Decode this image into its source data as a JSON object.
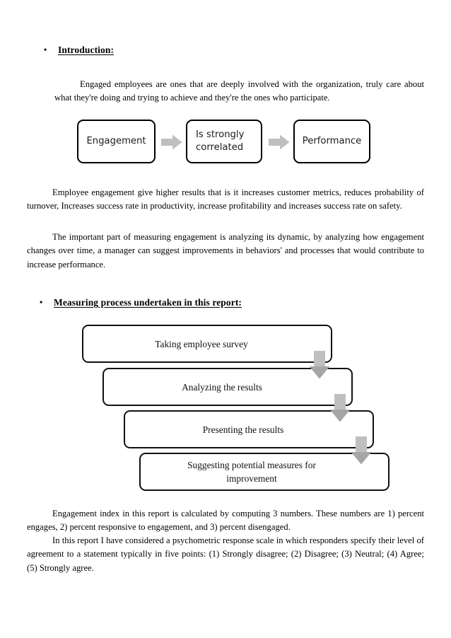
{
  "document": {
    "sections": [
      {
        "heading": {
          "bullet": "•",
          "text": "Introduction:"
        },
        "paragraphs": [
          "Engaged employees are ones that are deeply involved with the organization, truly care about what they're doing and trying to achieve and they're the ones who participate.",
          "Employee engagement give higher results that is it increases customer metrics, reduces probability of turnover, Increases success rate in productivity, increase profitability and increases success rate on safety.",
          "The important part of measuring engagement is analyzing its dynamic, by analyzing how engagement changes over time, a manager can suggest improvements in behaviors' and processes that would contribute to increase performance."
        ]
      },
      {
        "heading": {
          "bullet": "•",
          "text": "Measuring process undertaken in this report:"
        },
        "paragraphs": [
          "Engagement index in this report is calculated by computing 3 numbers. These numbers are 1) percent engages, 2) percent responsive to engagement, and 3) percent disengaged.",
          "In this report I have considered a psychometric response scale in which responders specify their level of agreement to a statement typically in five points: (1) Strongly disagree; (2) Disagree; (3) Neutral; (4) Agree; (5) Strongly agree."
        ]
      }
    ]
  },
  "correlation_diagram": {
    "name": "engagement-performance-flow",
    "boxes": [
      {
        "label": "Engagement"
      },
      {
        "label": "Is strongly correlated",
        "line1": "Is strongly",
        "line2": "correlated"
      },
      {
        "label": "Performance"
      }
    ],
    "connectors": [
      {
        "icon": "arrow-right-icon"
      },
      {
        "icon": "arrow-right-icon"
      }
    ],
    "colors": {
      "box_border": "#000000",
      "arrow_fill": "#BFBFBF",
      "arrow_head": "#A6A6A6"
    }
  },
  "process_diagram": {
    "name": "measuring-process-steps",
    "steps": [
      {
        "order": 1,
        "label": "Taking employee survey"
      },
      {
        "order": 2,
        "label": "Analyzing the results"
      },
      {
        "order": 3,
        "label": "Presenting the results"
      },
      {
        "order": 4,
        "label": "Suggesting potential measures for improvement",
        "line1": "Suggesting potential measures for",
        "line2": "improvement"
      }
    ],
    "connectors": [
      {
        "icon": "arrow-down-icon"
      },
      {
        "icon": "arrow-down-icon"
      },
      {
        "icon": "arrow-down-icon"
      }
    ],
    "colors": {
      "box_border": "#111111",
      "arrow_fill": "#BFBFBF",
      "arrow_head": "#A6A6A6"
    }
  }
}
